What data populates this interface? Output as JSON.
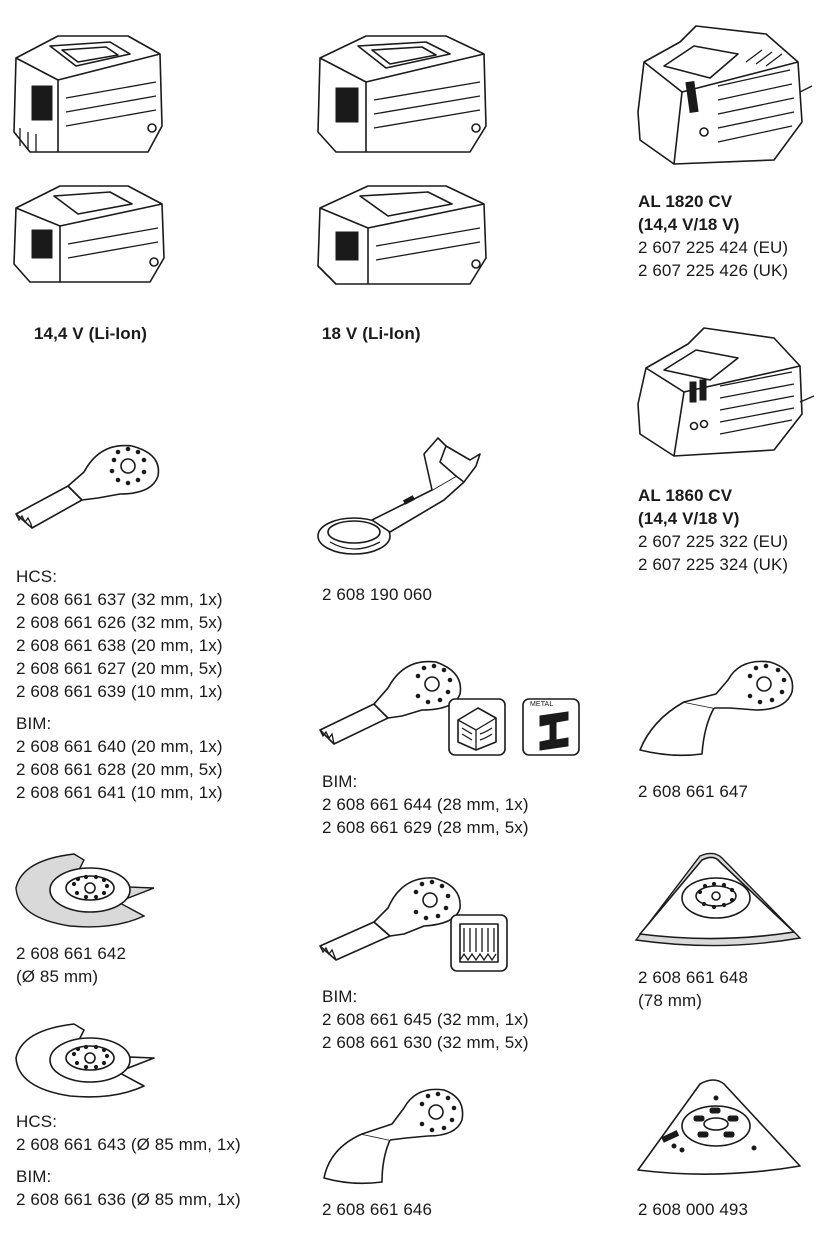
{
  "batteries": {
    "label_14v": "14,4 V (Li-Ion)",
    "label_18v": "18 V (Li-Ion)"
  },
  "chargers": [
    {
      "name": "AL 1820 CV",
      "voltage": "(14,4 V/18 V)",
      "codes": [
        "2 607 225 424 (EU)",
        "2 607 225 426 (UK)"
      ]
    },
    {
      "name": "AL 1860 CV",
      "voltage": "(14,4 V/18 V)",
      "codes": [
        "2 607 225 322 (EU)",
        "2 607 225 324 (UK)"
      ]
    }
  ],
  "plunge_blade": {
    "hcs_header": "HCS:",
    "hcs_codes": [
      "2 608 661 637 (32 mm, 1x)",
      "2 608 661 626 (32 mm, 5x)",
      "2 608 661 638 (20 mm, 1x)",
      "2 608 661 627 (20 mm, 5x)",
      "2 608 661 639 (10 mm, 1x)"
    ],
    "bim_header": "BIM:",
    "bim_codes": [
      "2 608 661 640 (20 mm, 1x)",
      "2 608 661 628 (20 mm, 5x)",
      "2 608 661 641 (10 mm, 1x)"
    ]
  },
  "extraction_device": {
    "code": "2 608 190 060"
  },
  "wood_metal_blade": {
    "header": "BIM:",
    "codes": [
      "2 608 661 644 (28 mm, 1x)",
      "2 608 661 629 (28 mm, 5x)"
    ],
    "metal_tag": "METAL"
  },
  "scraper_rigid": {
    "code": "2 608 661 647"
  },
  "carbide_segment_saw": {
    "code": "2 608 661 642",
    "size": "(Ø 85 mm)"
  },
  "fine_blade": {
    "header": "BIM:",
    "codes": [
      "2 608 661 645 (32 mm, 1x)",
      "2 608 661 630 (32 mm, 5x)"
    ]
  },
  "delta_grinding_plate": {
    "code": "2 608 661 648",
    "size": "(78 mm)"
  },
  "segment_saw": {
    "hcs_header": "HCS:",
    "hcs_code": "2 608 661 643 (Ø 85 mm, 1x)",
    "bim_header": "BIM:",
    "bim_code": "2 608 661 636 (Ø 85 mm, 1x)"
  },
  "scraper_flexible": {
    "code": "2 608 661 646"
  },
  "delta_sanding_plate": {
    "code": "2 608 000 493"
  }
}
